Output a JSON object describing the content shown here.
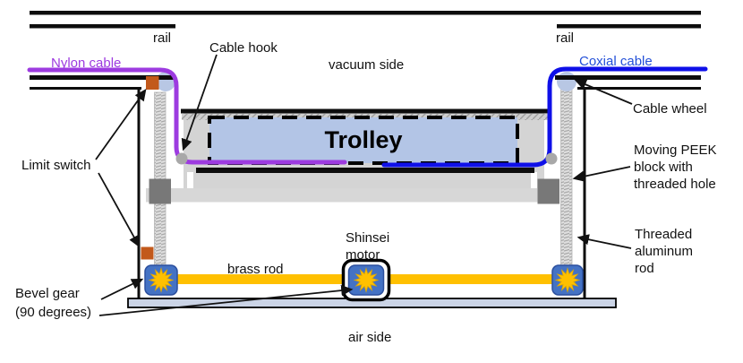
{
  "labels": {
    "rail_left": "rail",
    "rail_right": "rail",
    "nylon_cable": "Nylon cable",
    "cable_hook": "Cable hook",
    "vacuum_side": "vacuum side",
    "coxial_cable": "Coxial cable",
    "cable_wheel": "Cable wheel",
    "moving_peek_block": "Moving PEEK\nblock with\nthreaded hole",
    "threaded_aluminum_rod": "Threaded\naluminum\nrod",
    "limit_switch": "Limit switch",
    "trolley": "Trolley",
    "brass_rod": "brass rod",
    "shinsei_motor": "Shinsei\nmotor",
    "bevel_gear": "Bevel gear\n(90 degrees)",
    "air_side": "air side"
  },
  "colors": {
    "nylon_cable": "#9d3be0",
    "nylon_cable_label": "#9d3be0",
    "coxial_cable": "#0f10e8",
    "coxial_cable_label": "#2350d8",
    "trolley_fill": "#b3c5e6",
    "wheel_fill": "#b8c7e4",
    "gear_blue": "#4472c4",
    "gear_star": "#ffc000",
    "brass_rod": "#ffc000",
    "limit_switch_orange": "#c2591b",
    "peek_block_gray": "#787878",
    "base_plate_fill": "#cbd4e6",
    "platform_gray": "#d4d4d4",
    "line_black": "#0d0d0d"
  }
}
